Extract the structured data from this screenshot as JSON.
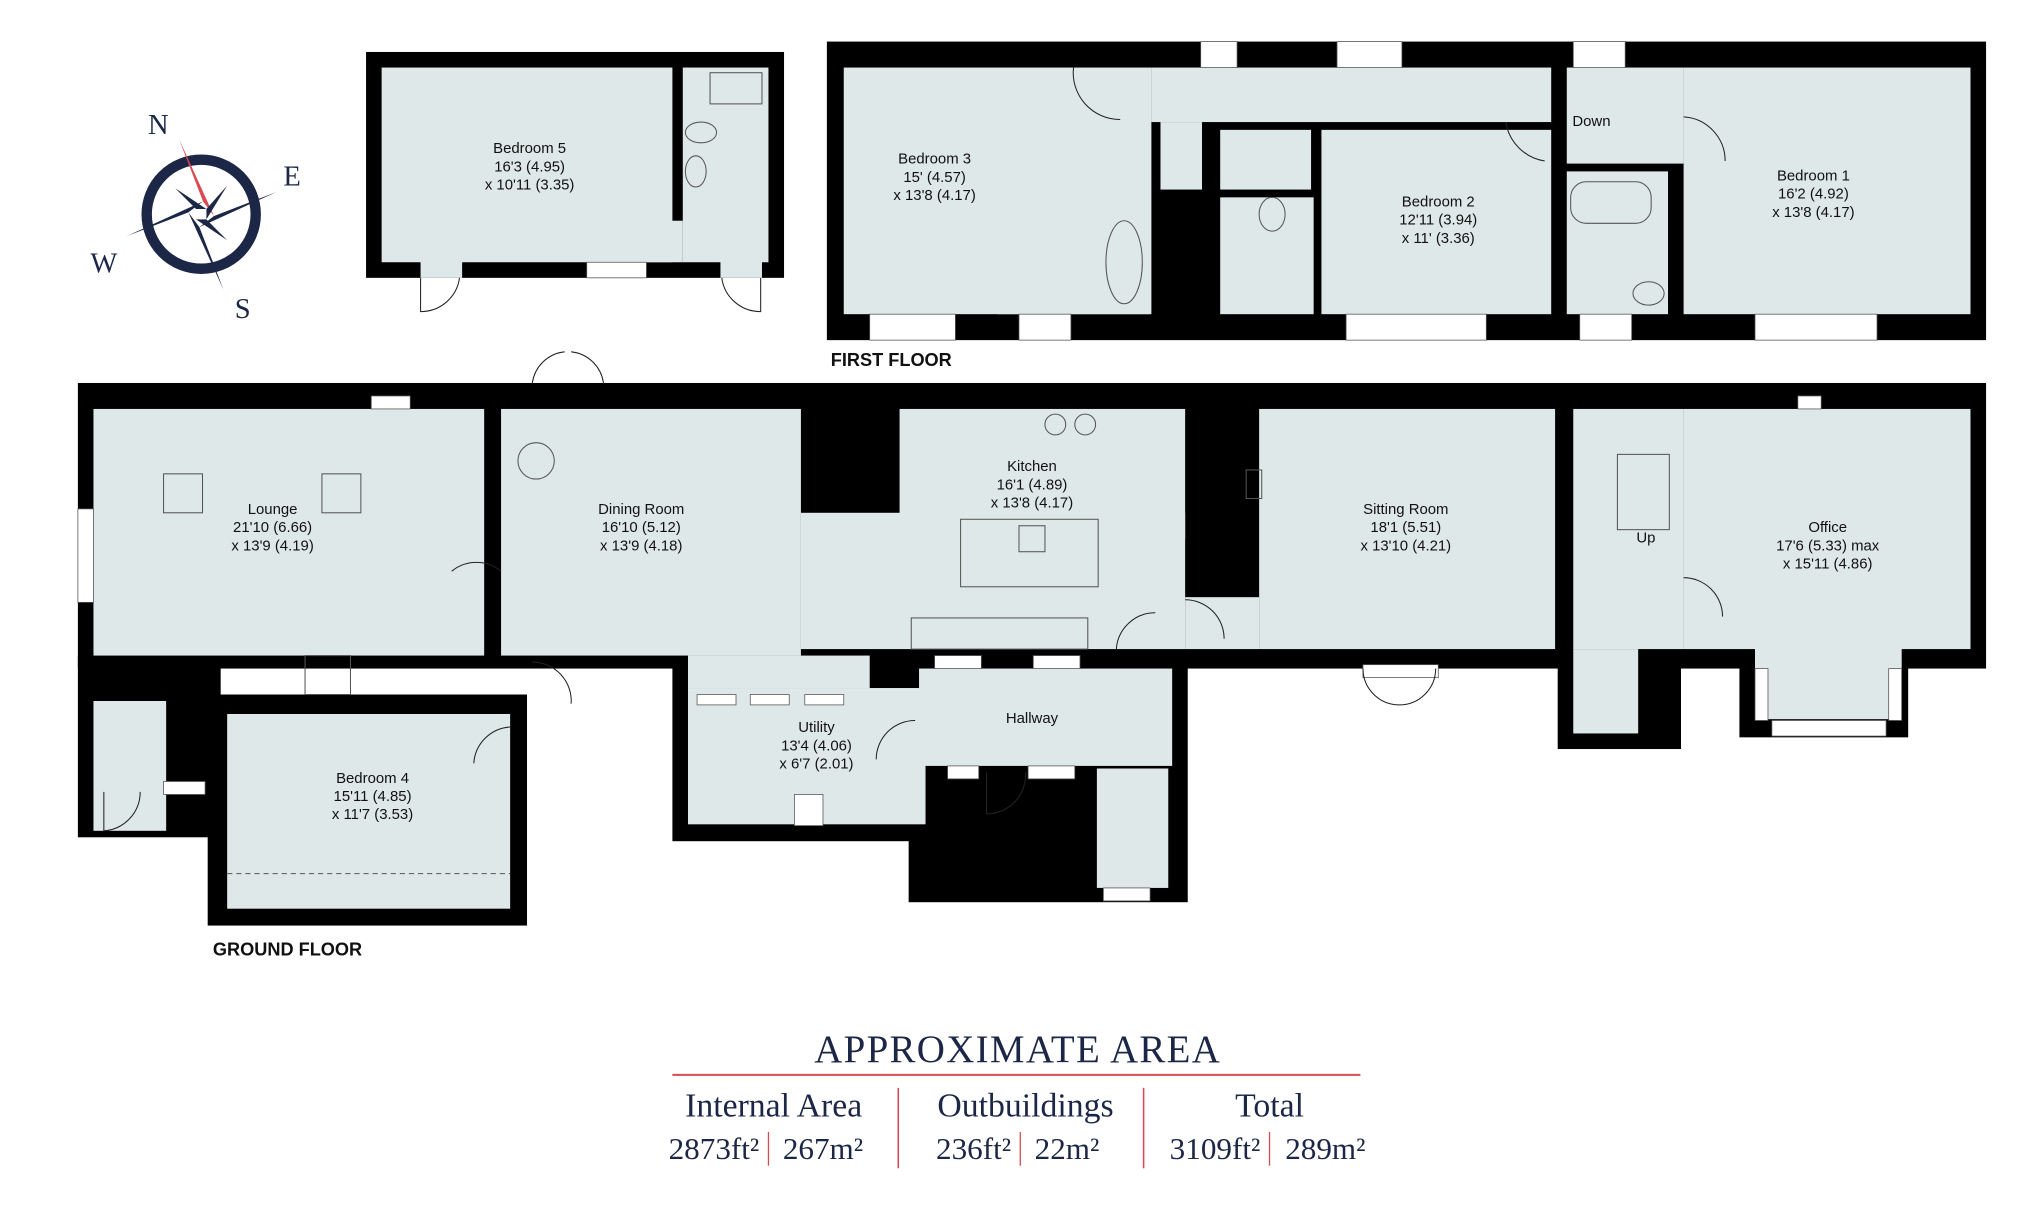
{
  "compass": {
    "n": "N",
    "e": "E",
    "s": "S",
    "w": "W"
  },
  "floors": {
    "first": "FIRST FLOOR",
    "ground": "GROUND FLOOR"
  },
  "rooms": {
    "bedroom5": {
      "name": "Bedroom 5",
      "l1": "16'3 (4.95)",
      "l2": "x 10'11 (3.35)"
    },
    "bedroom3": {
      "name": "Bedroom 3",
      "l1": "15' (4.57)",
      "l2": "x 13'8 (4.17)"
    },
    "bedroom2": {
      "name": "Bedroom 2",
      "l1": "12'11 (3.94)",
      "l2": "x 11' (3.36)"
    },
    "bedroom1": {
      "name": "Bedroom 1",
      "l1": "16'2 (4.92)",
      "l2": "x 13'8 (4.17)"
    },
    "lounge": {
      "name": "Lounge",
      "l1": "21'10 (6.66)",
      "l2": "x 13'9 (4.19)"
    },
    "dining": {
      "name": "Dining Room",
      "l1": "16'10 (5.12)",
      "l2": "x 13'9 (4.18)"
    },
    "kitchen": {
      "name": "Kitchen",
      "l1": "16'1 (4.89)",
      "l2": "x 13'8 (4.17)"
    },
    "sitting": {
      "name": "Sitting Room",
      "l1": "18'1 (5.51)",
      "l2": "x 13'10 (4.21)"
    },
    "office": {
      "name": "Office",
      "l1": "17'6 (5.33) max",
      "l2": "x 15'11 (4.86)"
    },
    "bedroom4": {
      "name": "Bedroom 4",
      "l1": "15'11 (4.85)",
      "l2": "x 11'7 (3.53)"
    },
    "utility": {
      "name": "Utility",
      "l1": "13'4 (4.06)",
      "l2": "x 6'7 (2.01)"
    },
    "hallway": {
      "name": "Hallway"
    }
  },
  "stairs": {
    "down": "Down",
    "up": "Up"
  },
  "area": {
    "title": "APPROXIMATE AREA",
    "internal": {
      "label": "Internal Area",
      "ft": "2873ft²",
      "m": "267m²"
    },
    "outbuildings": {
      "label": "Outbuildings",
      "ft": "236ft²",
      "m": "22m²"
    },
    "total": {
      "label": "Total",
      "ft": "3109ft²",
      "m": "289m²"
    }
  },
  "colors": {
    "navy": "#1c2747",
    "red": "#d94a52",
    "room": "#dfe8e9"
  }
}
